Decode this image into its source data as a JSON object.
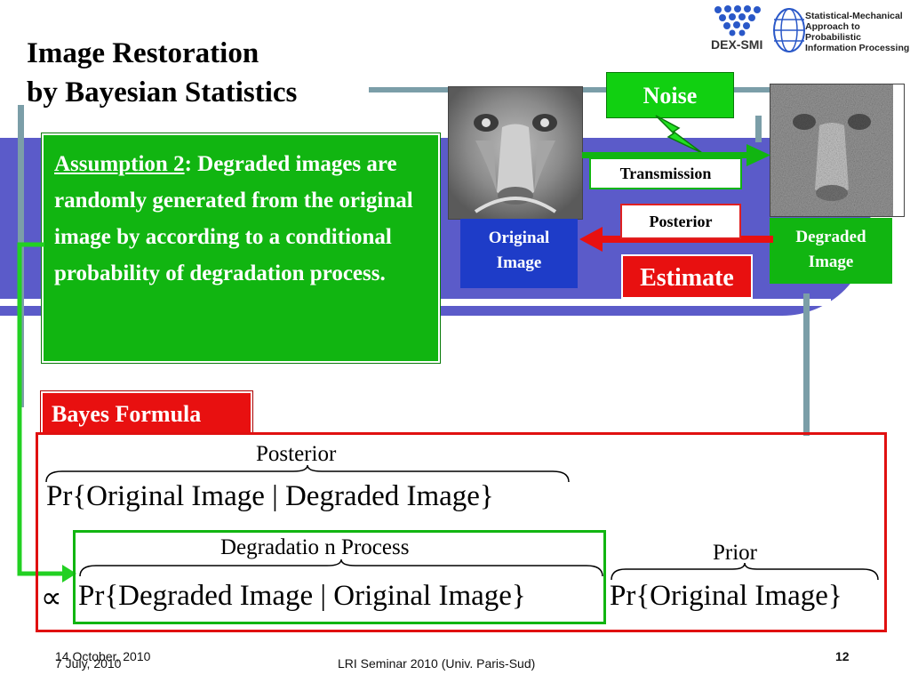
{
  "title": {
    "line1": "Image Restoration",
    "line2": "by Bayesian Statistics"
  },
  "logos": {
    "dex": "DEX-SMI",
    "smapip": [
      "Statistical-Mechanical",
      "Approach to Probabilistic",
      "Information Processing"
    ]
  },
  "assumption": {
    "heading": "Assumption 2",
    "colon": ": ",
    "body": "Degraded images are randomly generated from the original image by according to a conditional probability of degradation process."
  },
  "diagram": {
    "noise": "Noise",
    "transmission": "Transmission",
    "posterior": "Posterior",
    "estimate": "Estimate",
    "original_label": [
      "Original",
      "Image"
    ],
    "degraded_label": [
      "Degraded",
      "Image"
    ]
  },
  "bayes": {
    "tag": "Bayes Formula",
    "posterior_brace": "Posterior",
    "line1": "Pr{Original Image | Degraded Image}",
    "proportional": "∝",
    "degradation_brace": "Degradatio n Process",
    "line2a": "Pr{Degraded Image | Original Image}",
    "prior_brace": "Prior",
    "line2b": "Pr{Original Image}"
  },
  "footer": {
    "date1": "14 October, 2010",
    "date2": "7 July, 2010",
    "center": "LRI Seminar 2010 (Univ. Paris-Sud)",
    "page": "12"
  },
  "colors": {
    "green": "#11b511",
    "red": "#e81010",
    "blue": "#1e3cc8",
    "band": "#5b5bc9"
  }
}
